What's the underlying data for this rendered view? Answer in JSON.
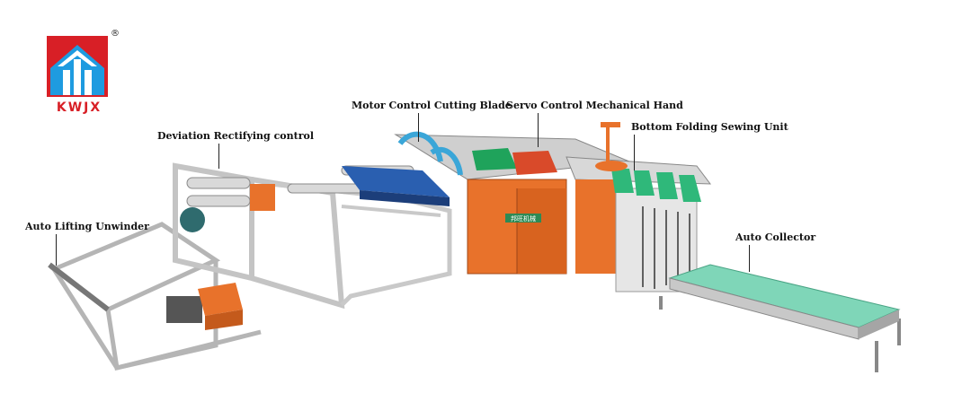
{
  "brand": {
    "logo_text": "KWJX",
    "registered_mark": "®",
    "colors": {
      "red": "#d81f26",
      "blue": "#1e9be0"
    }
  },
  "machine_panel_text": "邦旺机械",
  "callouts": [
    {
      "id": "motor",
      "text": "Motor Control Cutting Blade"
    },
    {
      "id": "servo",
      "text": "Servo Control Mechanical Hand"
    },
    {
      "id": "sewing",
      "text": "Bottom Folding Sewing Unit"
    },
    {
      "id": "deviation",
      "text": "Deviation Rectifying control"
    },
    {
      "id": "unwinder",
      "text": "Auto Lifting Unwinder"
    },
    {
      "id": "collector",
      "text": "Auto Collector"
    }
  ]
}
